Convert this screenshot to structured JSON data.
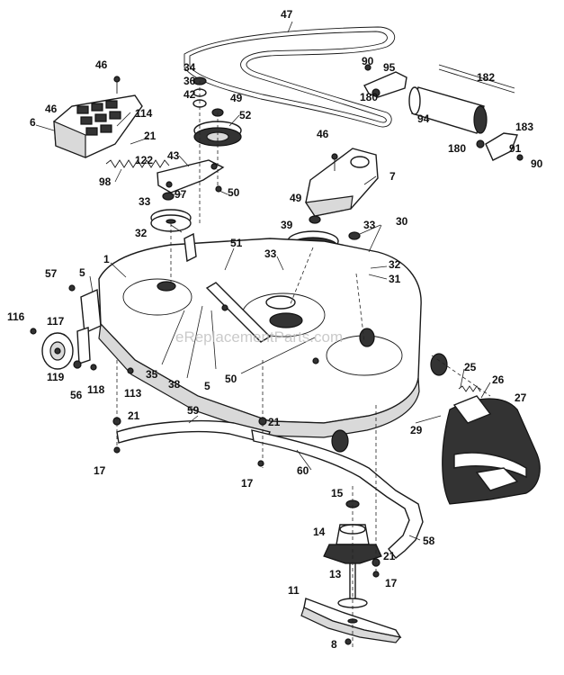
{
  "watermark": "eReplacementParts.com",
  "callouts": {
    "c1": "1",
    "c5a": "5",
    "c5b": "5",
    "c6": "6",
    "c7": "7",
    "c8": "8",
    "c11": "11",
    "c13": "13",
    "c14": "14",
    "c15": "15",
    "c17a": "17",
    "c17b": "17",
    "c17c": "17",
    "c21a": "21",
    "c21b": "21",
    "c21c": "21",
    "c21d": "21",
    "c25": "25",
    "c26": "26",
    "c27": "27",
    "c29": "29",
    "c30": "30",
    "c31": "31",
    "c32a": "32",
    "c32b": "32",
    "c33a": "33",
    "c33b": "33",
    "c33c": "33",
    "c34": "34",
    "c35": "35",
    "c36": "36",
    "c38": "38",
    "c39": "39",
    "c42": "42",
    "c43": "43",
    "c46a": "46",
    "c46b": "46",
    "c46c": "46",
    "c47": "47",
    "c49a": "49",
    "c49b": "49",
    "c50a": "50",
    "c50b": "50",
    "c51": "51",
    "c52": "52",
    "c56": "56",
    "c57": "57",
    "c58": "58",
    "c59": "59",
    "c60": "60",
    "c90a": "90",
    "c90b": "90",
    "c91": "91",
    "c94": "94",
    "c95": "95",
    "c97": "97",
    "c98": "98",
    "c113": "113",
    "c114": "114",
    "c116": "116",
    "c117": "117",
    "c118": "118",
    "c119": "119",
    "c122": "122",
    "c180a": "180",
    "c180b": "180",
    "c182": "182",
    "c183": "183"
  }
}
